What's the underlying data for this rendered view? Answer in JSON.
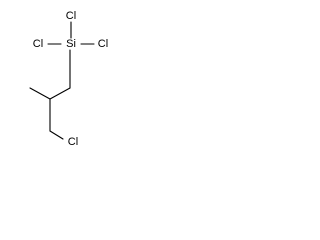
{
  "molecule": {
    "atoms": {
      "si": "Si",
      "cl_top": "Cl",
      "cl_left": "Cl",
      "cl_right": "Cl",
      "cl_bottom": "Cl"
    }
  }
}
